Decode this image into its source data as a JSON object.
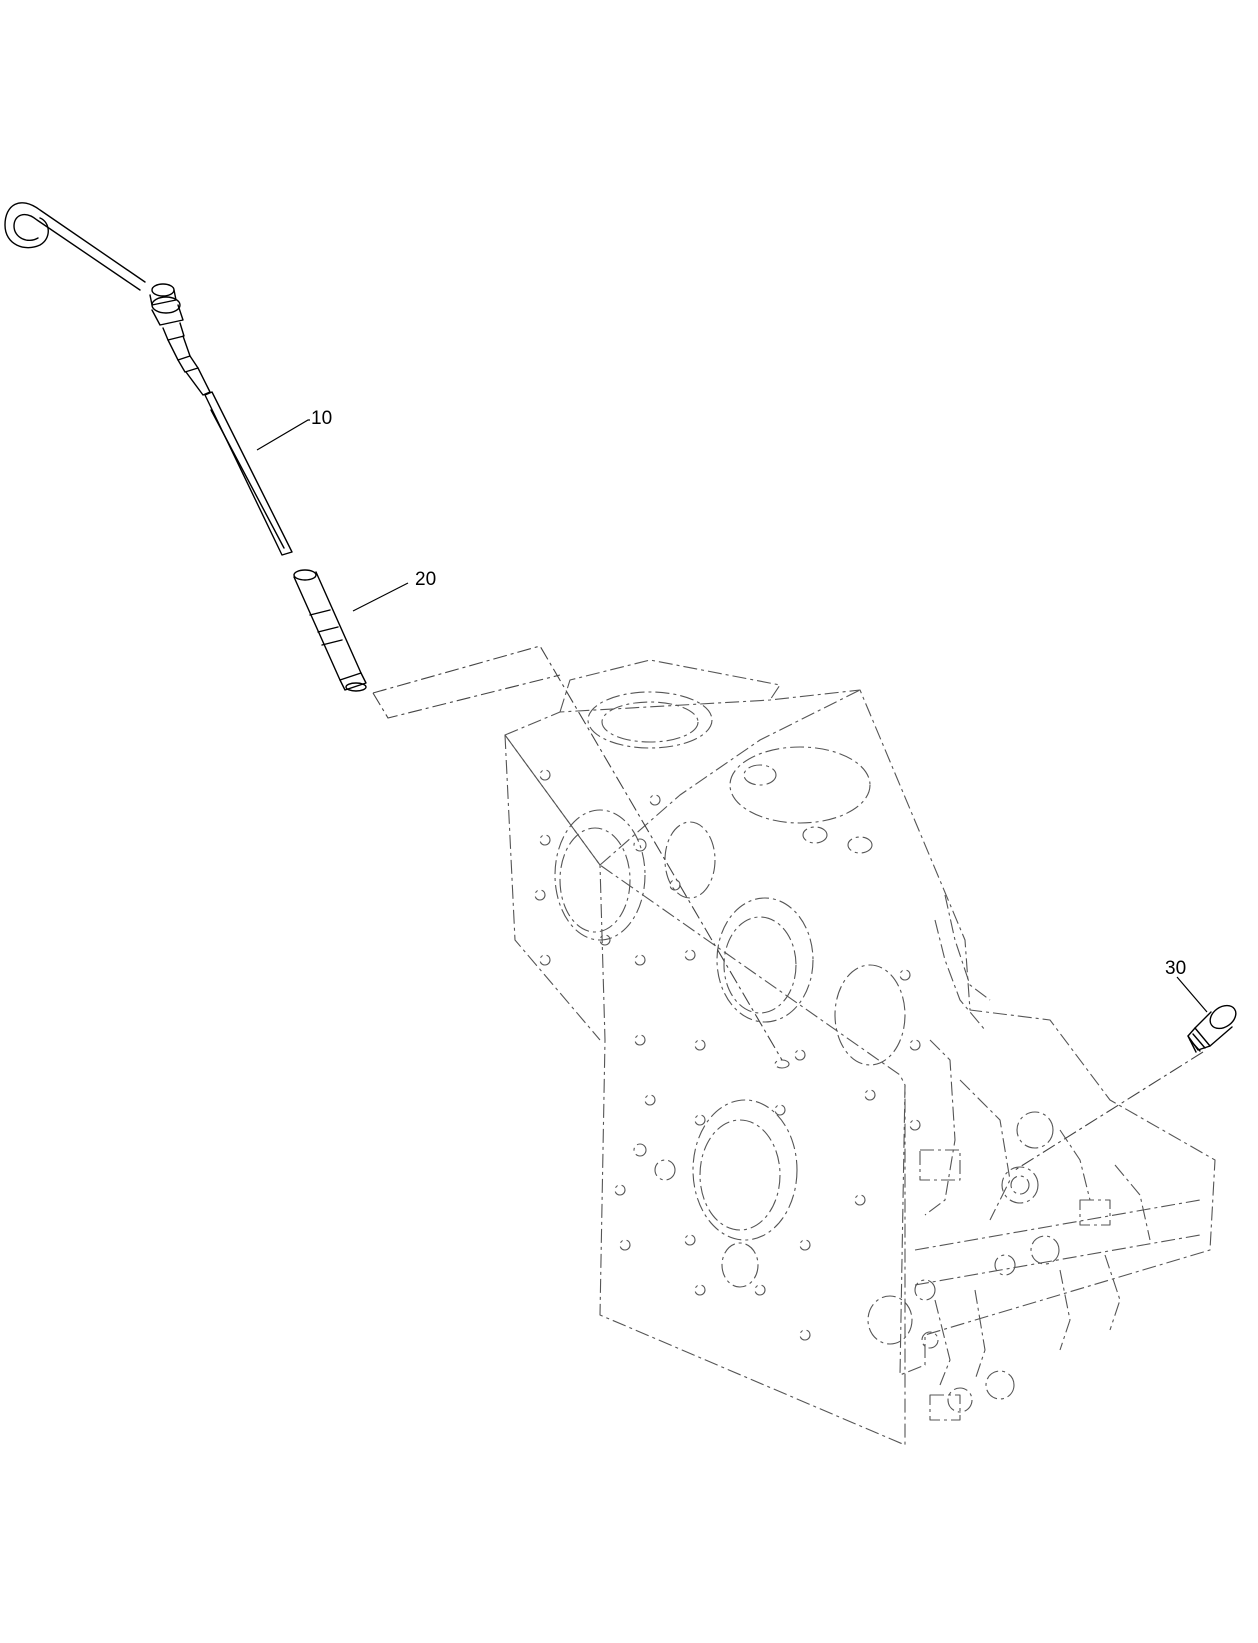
{
  "callouts": [
    {
      "id": "10",
      "label": "10"
    },
    {
      "id": "20",
      "label": "20"
    },
    {
      "id": "30",
      "label": "30"
    }
  ],
  "parts": [
    {
      "callout": "10",
      "icon": "dipstick-icon"
    },
    {
      "callout": "20",
      "icon": "dipstick-tube-icon"
    },
    {
      "callout": "30",
      "icon": "plug-icon"
    }
  ],
  "colors": {
    "line": "#000000",
    "phantom": "#555555",
    "background": "#ffffff"
  }
}
